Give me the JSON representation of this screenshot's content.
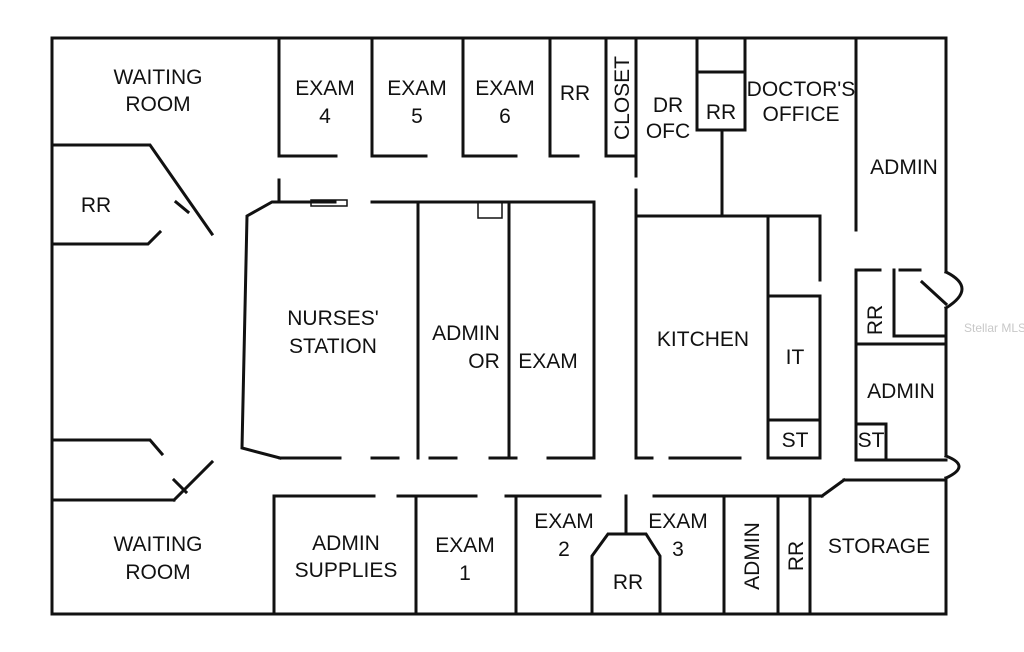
{
  "rooms": {
    "waiting_top": [
      "WAITING",
      "ROOM"
    ],
    "rr_left": "RR",
    "waiting_bottom": [
      "WAITING",
      "ROOM"
    ],
    "exam4": [
      "EXAM",
      "4"
    ],
    "exam5": [
      "EXAM",
      "5"
    ],
    "exam6": [
      "EXAM",
      "6"
    ],
    "rr_top": "RR",
    "closet": "CLOSET",
    "dr_ofc": [
      "DR",
      "OFC"
    ],
    "rr_dr": "RR",
    "doctors_office": [
      "DOCTOR'S",
      "OFFICE"
    ],
    "admin_top_right": "ADMIN",
    "nurses_station": [
      "NURSES'",
      "STATION"
    ],
    "admin_or": [
      "ADMIN",
      "OR"
    ],
    "exam_center": "EXAM",
    "kitchen": "KITCHEN",
    "it": "IT",
    "st_it": "ST",
    "rr_right": "RR",
    "admin_right": "ADMIN",
    "st_right": "ST",
    "admin_supplies": [
      "ADMIN",
      "SUPPLIES"
    ],
    "exam1": [
      "EXAM",
      "1"
    ],
    "exam2": [
      "EXAM",
      "2"
    ],
    "exam3": [
      "EXAM",
      "3"
    ],
    "rr_bottom": "RR",
    "admin_bottom": "ADMIN",
    "rr_bottom_right": "RR",
    "storage": "STORAGE"
  },
  "watermark": "Stellar MLS"
}
